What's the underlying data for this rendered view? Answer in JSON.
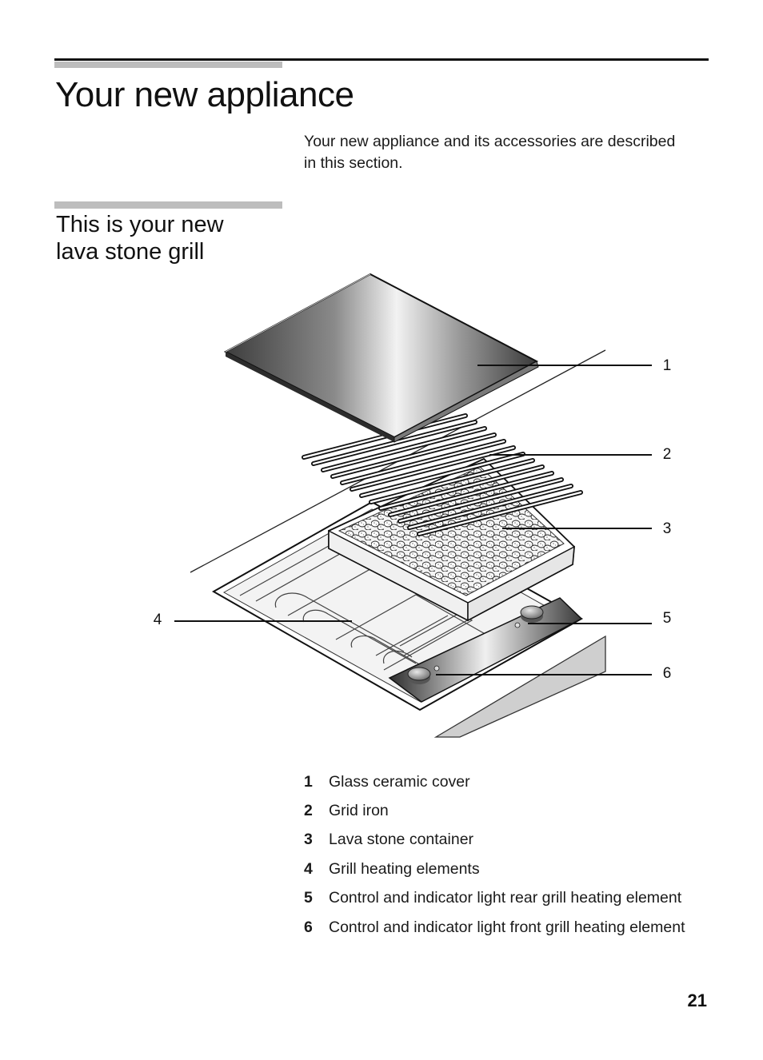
{
  "page": {
    "title": "Your new appliance",
    "intro": "Your new appliance and its accessories are described in this section.",
    "section_title_line1": "This is your new",
    "section_title_line2": "lava stone grill",
    "page_number": "21"
  },
  "callouts": [
    "1",
    "2",
    "3",
    "4",
    "5",
    "6"
  ],
  "legend": [
    {
      "num": "1",
      "text": "Glass ceramic cover"
    },
    {
      "num": "2",
      "text": "Grid iron"
    },
    {
      "num": "3",
      "text": "Lava stone container"
    },
    {
      "num": "4",
      "text": "Grill heating elements"
    },
    {
      "num": "5",
      "text": "Control and indicator light rear grill heating element"
    },
    {
      "num": "6",
      "text": "Control and indicator light front grill heating element"
    }
  ]
}
